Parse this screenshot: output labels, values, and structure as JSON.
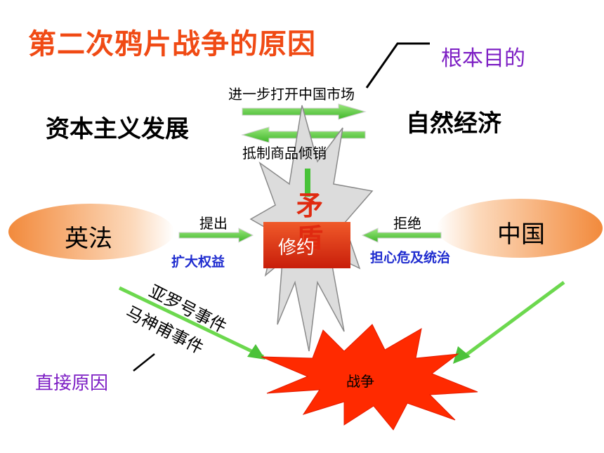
{
  "title": "第二次鸦片战争的原因",
  "labels": {
    "fundamental_aim": "根本目的",
    "open_market": "进一步打开中国市场",
    "capitalism": "资本主义发展",
    "natural_economy": "自然经济",
    "resist_dumping": "抵制商品倾销",
    "contradiction": "矛盾",
    "revise": "修约",
    "propose": "提出",
    "refuse": "拒绝",
    "expand_rights": "扩大权益",
    "worry_rule": "担心危及统治",
    "arrow_incident": "亚罗号事件",
    "ma_incident": "马神甫事件",
    "direct_cause": "直接原因",
    "war": "战争"
  },
  "nodes": {
    "britain_france": "英法",
    "china": "中国"
  },
  "colors": {
    "title": "#f04a14",
    "arrow_green": "#66d24a",
    "ellipse_orange": "#f39a55",
    "burst_red": "#ff2a00",
    "purple_text": "#7d1fc4",
    "blue_text": "#1f2ccf"
  }
}
